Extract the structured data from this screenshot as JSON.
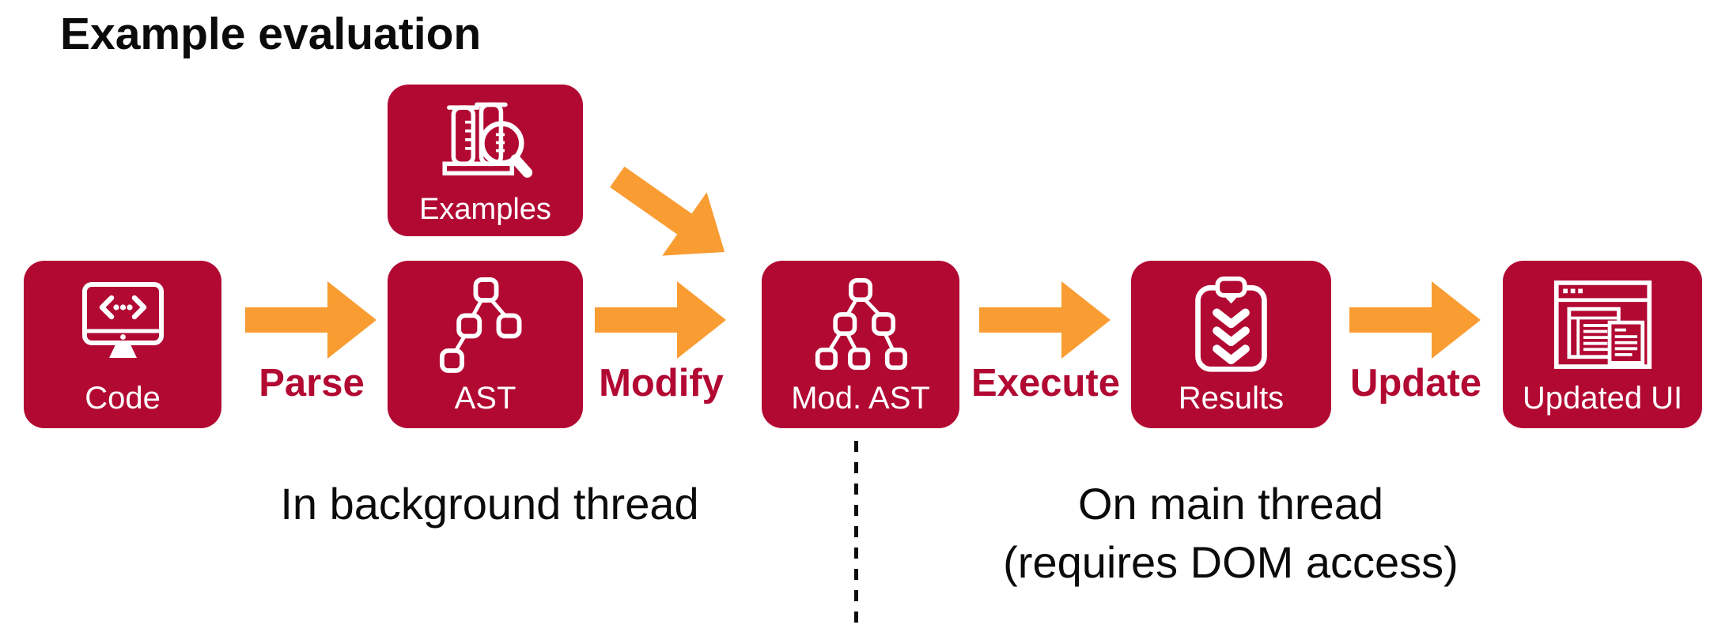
{
  "title": "Example evaluation",
  "colors": {
    "box": "#B20933",
    "arrow": "#F99D33",
    "label": "#B20933",
    "text": "#0B0B0B",
    "icon": "#FFFFFF"
  },
  "nodes": {
    "code": {
      "label": "Code",
      "icon": "code-monitor-icon"
    },
    "examples": {
      "label": "Examples",
      "icon": "test-tubes-magnifier-icon"
    },
    "ast": {
      "label": "AST",
      "icon": "ast-tree-icon"
    },
    "mod_ast": {
      "label": "Mod. AST",
      "icon": "modified-ast-tree-icon"
    },
    "results": {
      "label": "Results",
      "icon": "checklist-clipboard-icon"
    },
    "updated_ui": {
      "label": "Updated UI",
      "icon": "browser-window-ui-icon"
    }
  },
  "edges": {
    "parse": {
      "label": "Parse",
      "from": "code",
      "to": "ast"
    },
    "modify": {
      "label": "Modify",
      "from": "ast",
      "to": "mod_ast"
    },
    "examples_to_mod_ast": {
      "label": "",
      "from": "examples",
      "to": "mod_ast"
    },
    "execute": {
      "label": "Execute",
      "from": "mod_ast",
      "to": "results"
    },
    "update": {
      "label": "Update",
      "from": "results",
      "to": "updated_ui"
    }
  },
  "sections": {
    "background_thread": {
      "label": "In background thread"
    },
    "main_thread": {
      "line1": "On main thread",
      "line2": "(requires DOM access)"
    }
  }
}
